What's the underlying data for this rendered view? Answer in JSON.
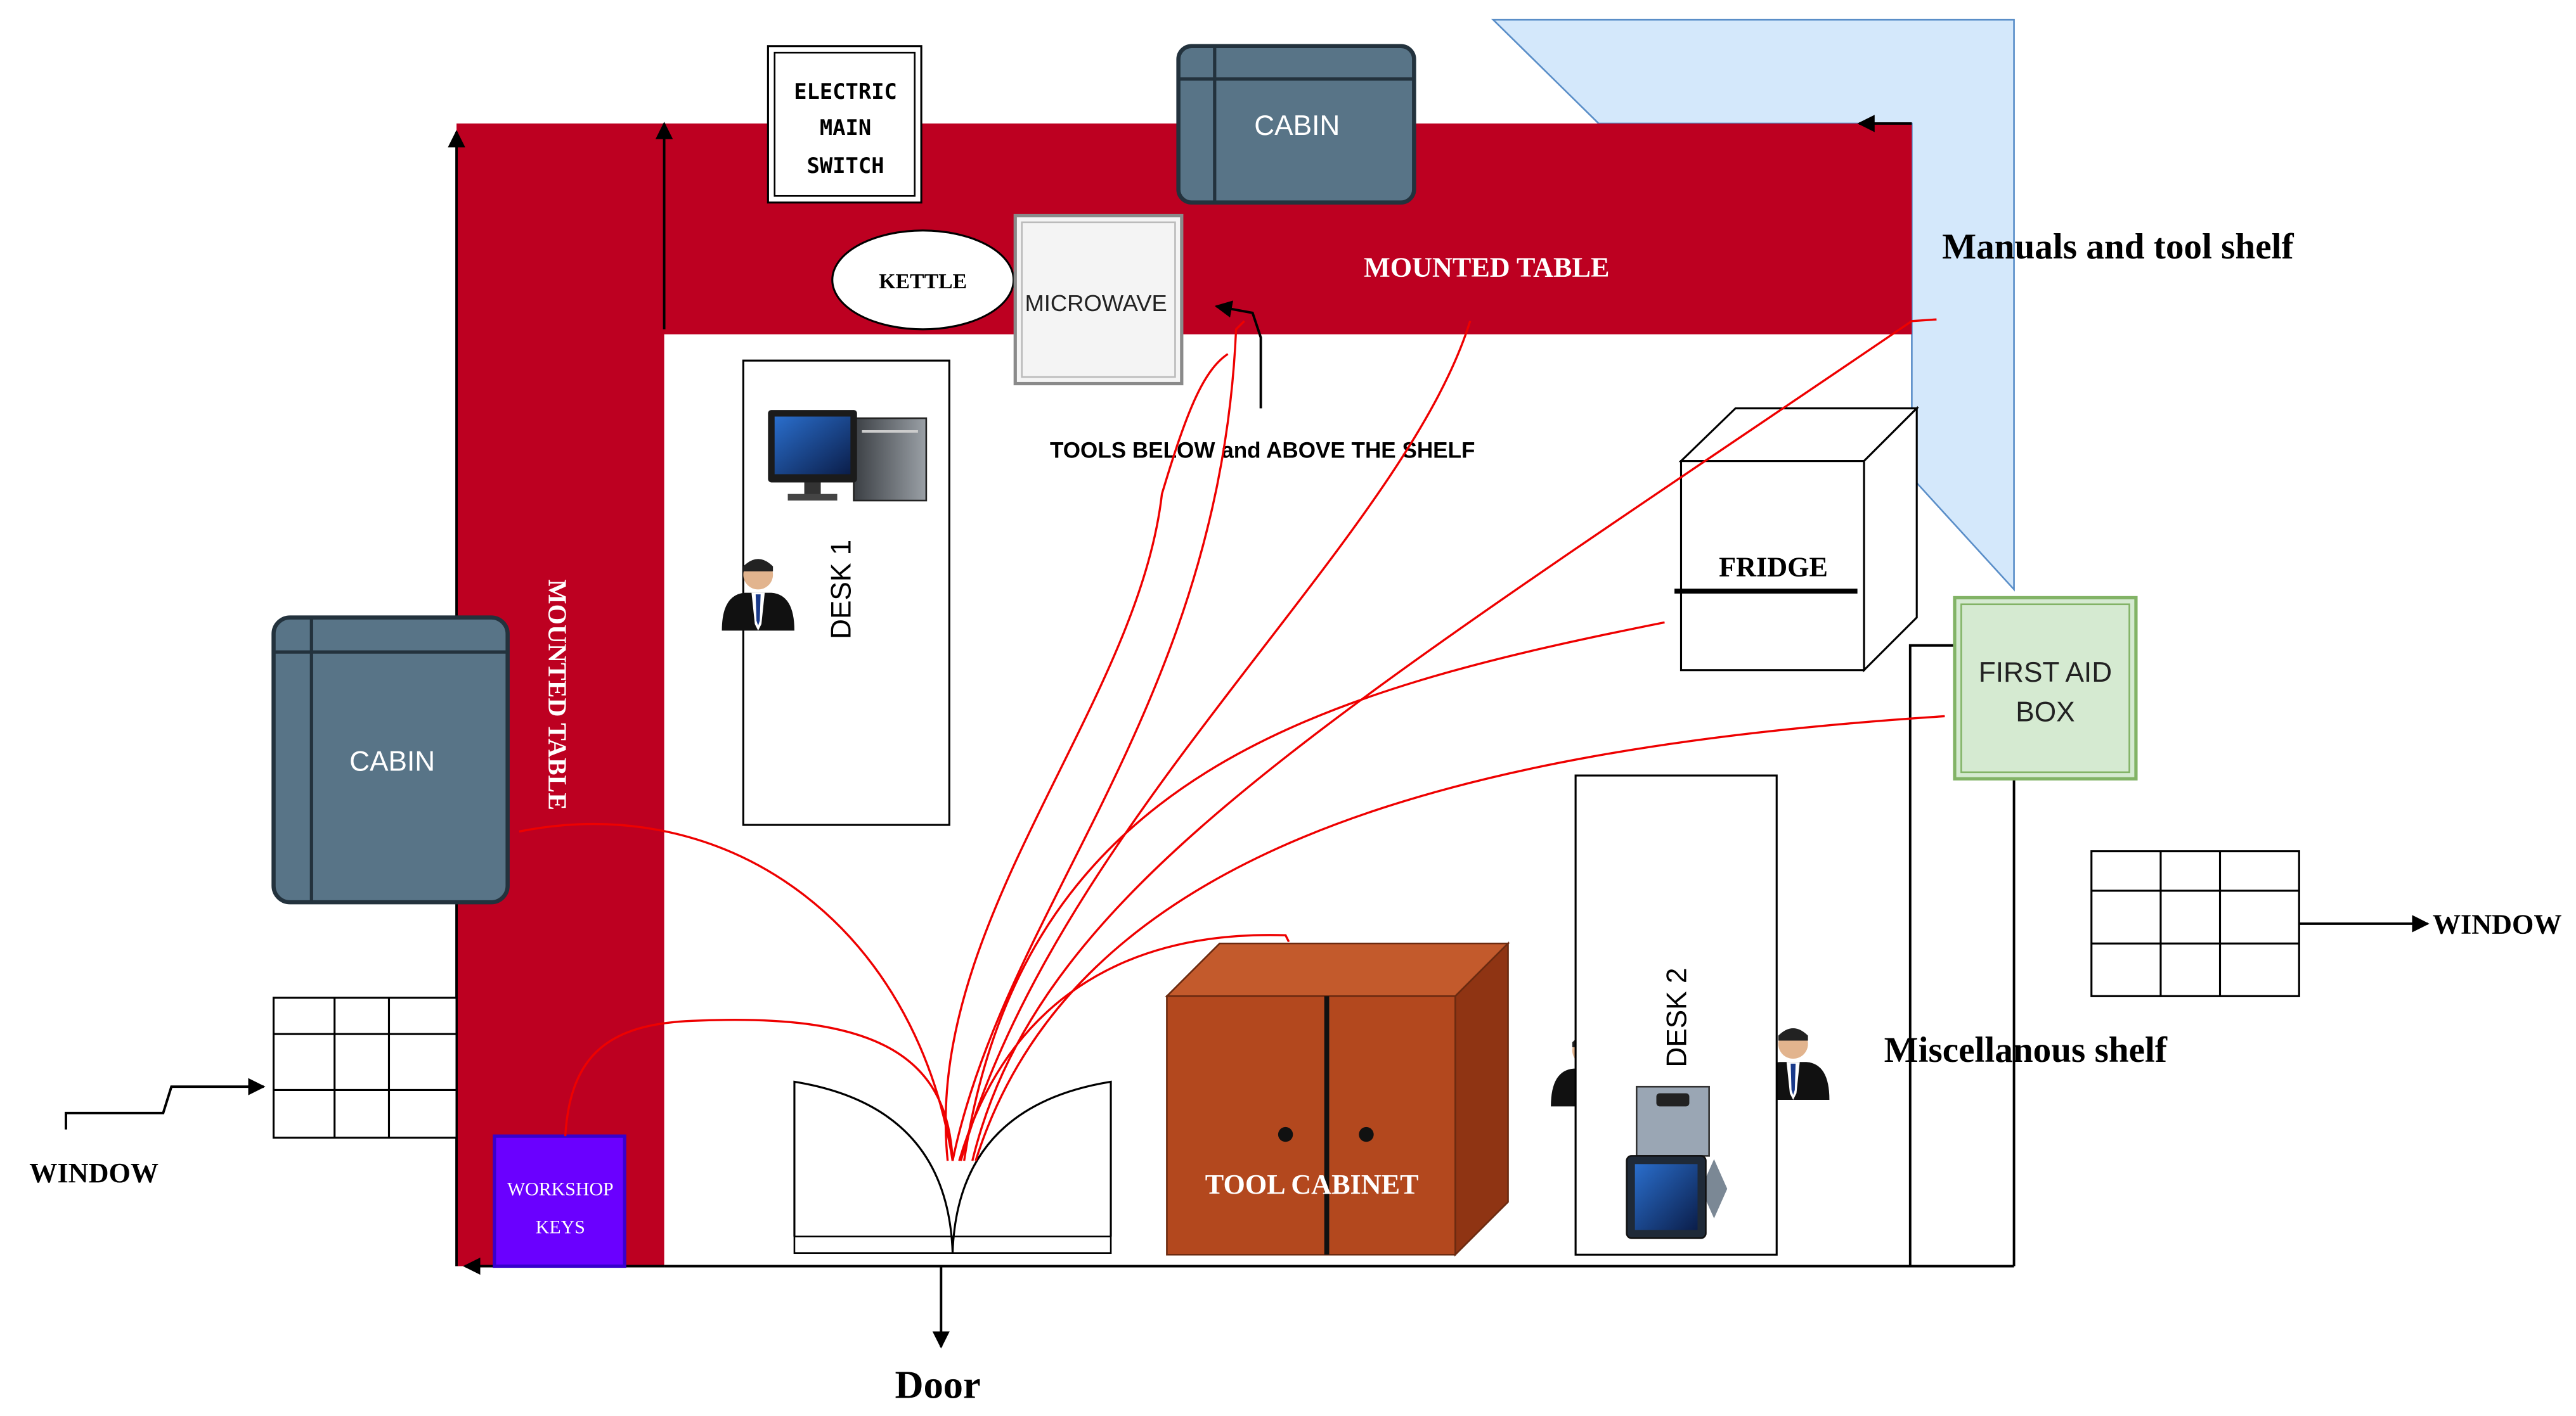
{
  "labels": {
    "electric_main_switch": [
      "ELECTRIC",
      "MAIN",
      "SWITCH"
    ],
    "cabin_top": "CABIN",
    "cabin_left": "CABIN",
    "mounted_table_top": "MOUNTED TABLE",
    "mounted_table_left": "MOUNTED TABLE",
    "kettle": "KETTLE",
    "microwave": "MICROWAVE",
    "tools_note": "TOOLS BELOW and  ABOVE THE SHELF",
    "manuals_shelf": "Manuals and tool shelf",
    "fridge": "FRIDGE",
    "first_aid_box": [
      "FIRST AID",
      "BOX"
    ],
    "desk_1": "DESK 1",
    "desk_2": "DESK 2",
    "window_right": "WINDOW",
    "window_left": "WINDOW",
    "misc_shelf": "Miscellanous shelf",
    "tool_cabinet": "TOOL CABINET",
    "workshop_keys": [
      "WORKSHOP",
      "KEYS"
    ],
    "door": "Door"
  },
  "colors": {
    "mounted_table": "#bd0021",
    "cabin": "#587487",
    "manuals_shelf": "#d4e8fb",
    "first_aid": "#d5ead1",
    "workshop_keys": "#6a00ff",
    "tool_cabinet": "#b3481e",
    "walk_paths": "#ee0000"
  },
  "icons": [
    "computer-icon",
    "person-icon",
    "printer-icon"
  ]
}
